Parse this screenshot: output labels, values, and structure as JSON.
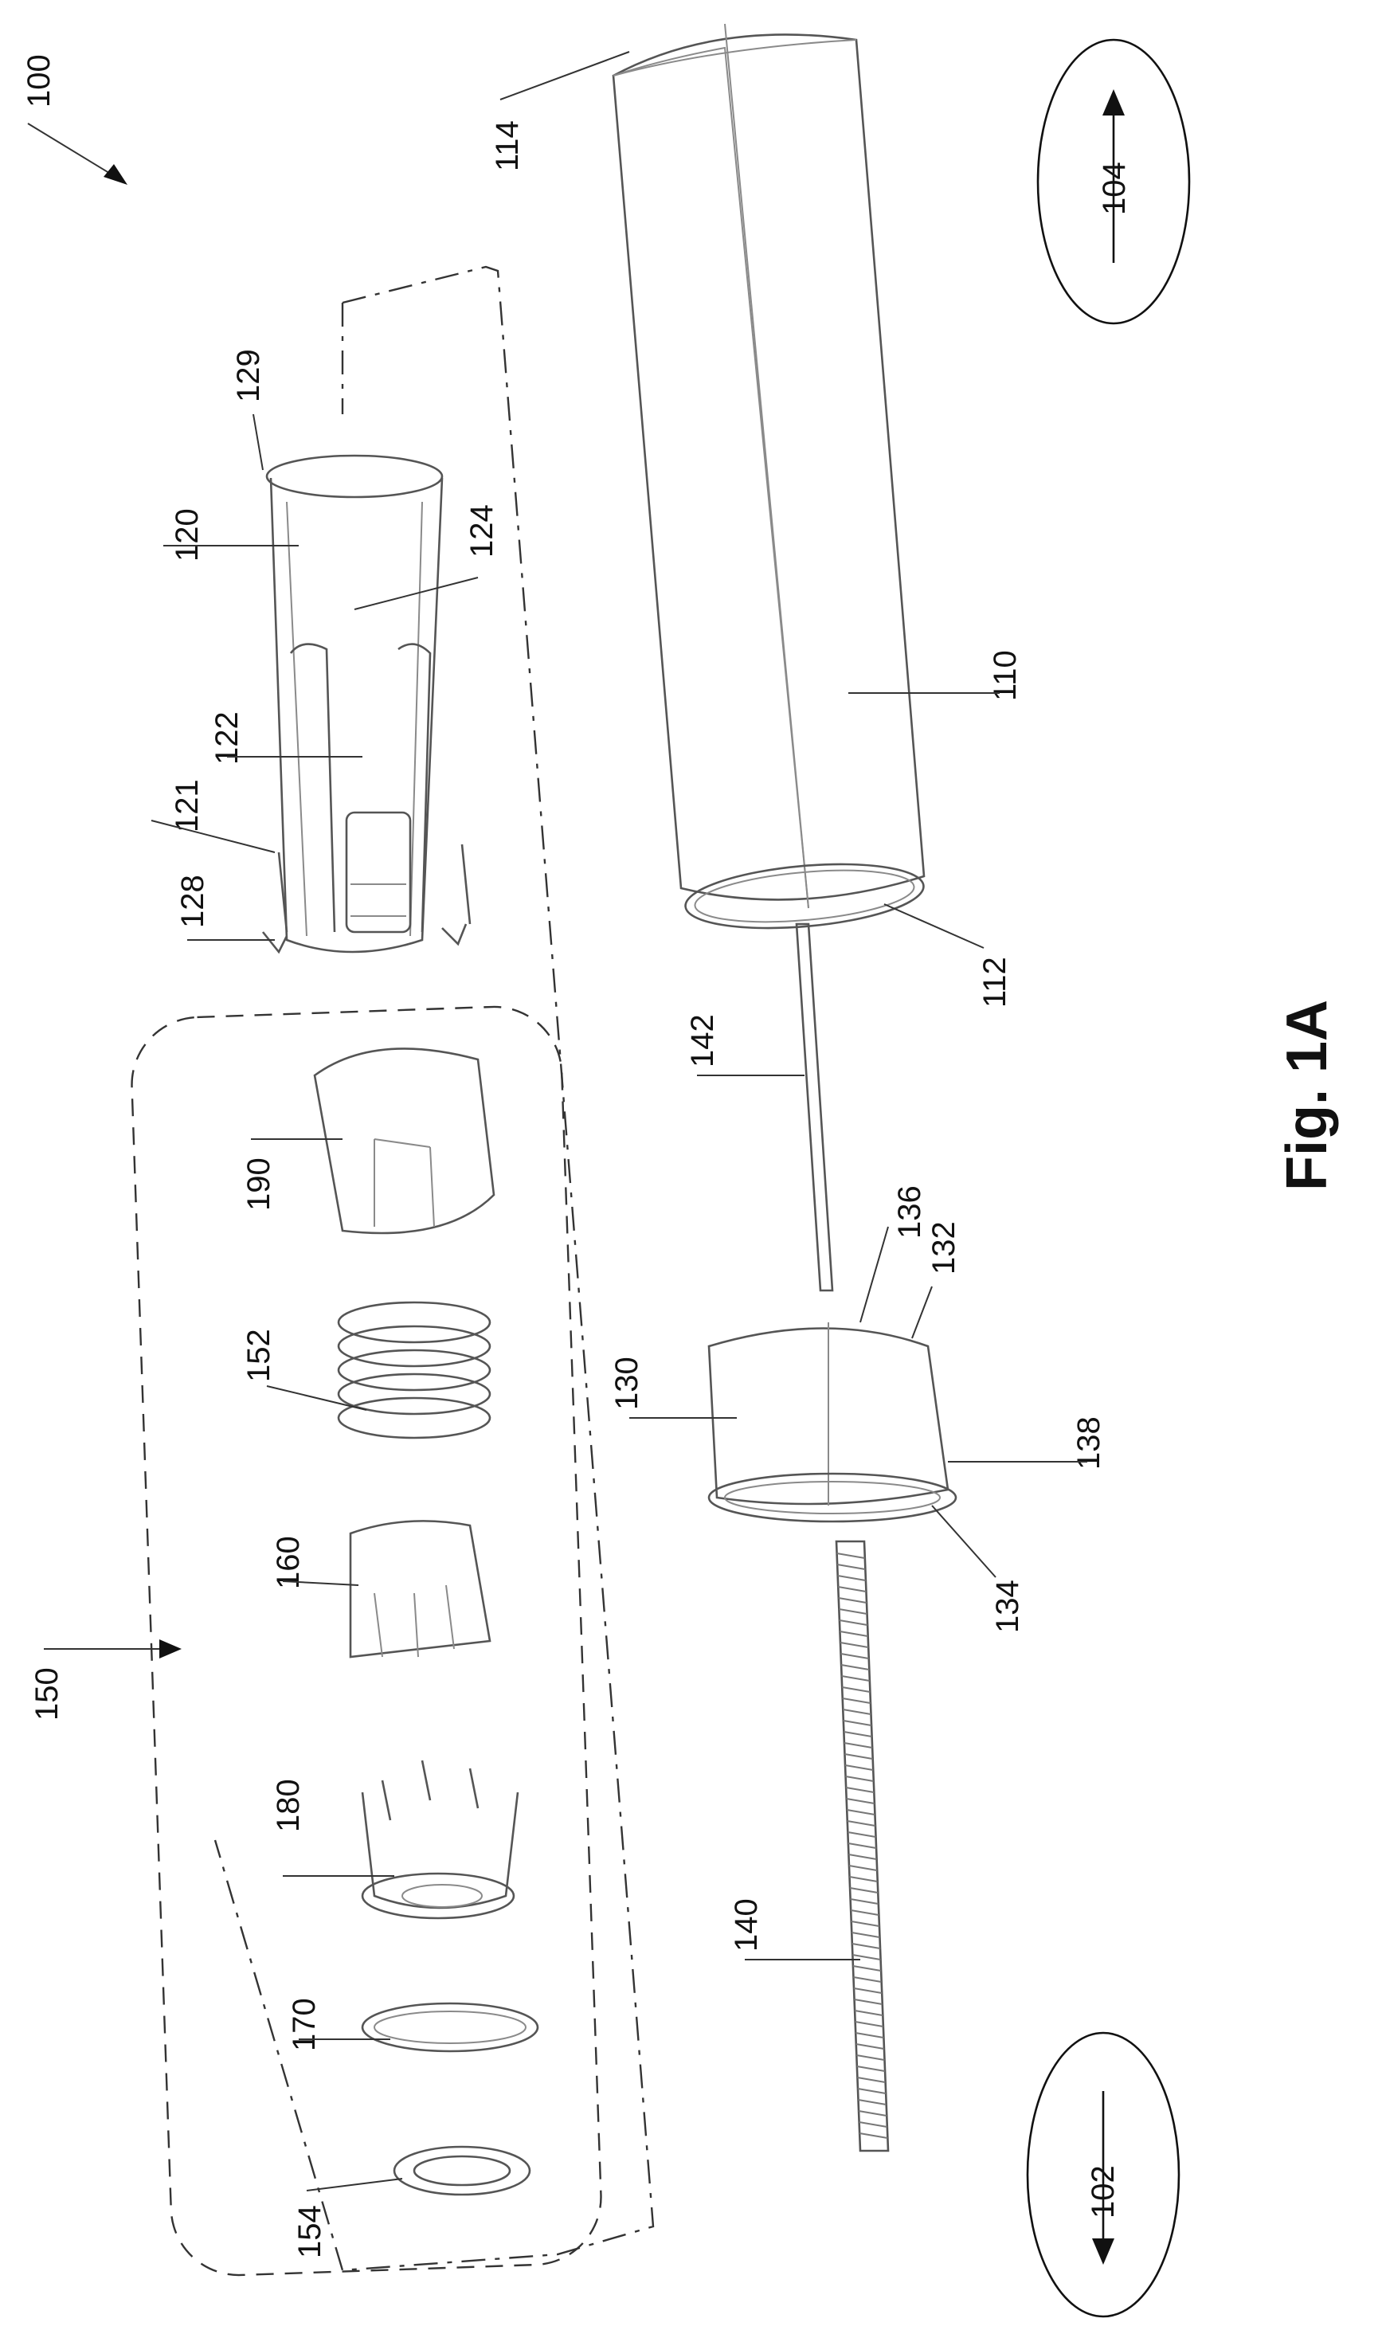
{
  "figure": {
    "caption": "Fig. 1A",
    "accent_color": "#111111",
    "labels": {
      "assembly": "100",
      "direction_1": "102",
      "direction_2": "104",
      "housing": "110",
      "housing_end_1": "112",
      "housing_end_2": "114",
      "insert": "120",
      "insert_tab": "121",
      "insert_core": "122",
      "insert_cavity": "124",
      "insert_edge": "128",
      "insert_rim": "129",
      "cap": "130",
      "cap_face": "132",
      "cap_rim": "134",
      "cap_corner": "136",
      "cap_side": "138",
      "spring_rod": "140",
      "pin": "142",
      "kit": "150",
      "spring": "152",
      "washer": "154",
      "cog": "160",
      "ring": "170",
      "crown": "180",
      "sleeve": "190"
    }
  }
}
